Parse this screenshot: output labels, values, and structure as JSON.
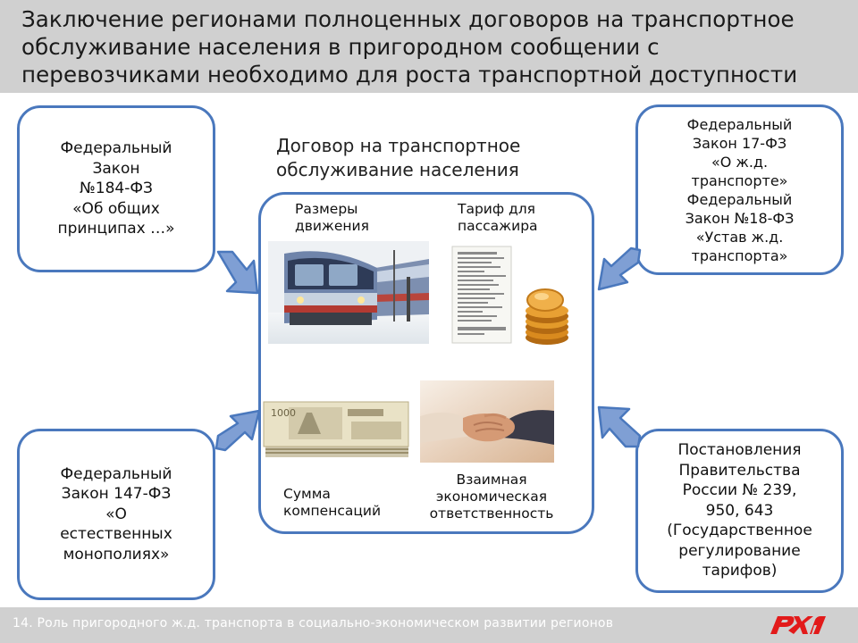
{
  "header": {
    "title": "Заключение регионами полноценных договоров на транспортное обслуживание населения в пригородном сообщении с перевозчиками необходимо для роста транспортной доступности"
  },
  "boxes": {
    "top_left": [
      "Федеральный",
      "Закон",
      "№184-ФЗ",
      "«Об общих",
      "принципах …»"
    ],
    "top_right": [
      "Федеральный",
      "Закон 17-ФЗ",
      "«О ж.д.",
      "транспорте»",
      "Федеральный",
      "Закон №18-ФЗ",
      "«Устав ж.д.",
      "транспорта»"
    ],
    "bottom_left": [
      "Федеральный",
      "Закон 147-ФЗ",
      "«О",
      "естественных",
      "монополиях»"
    ],
    "bottom_right": [
      "Постановления",
      "Правительства",
      "России № 239,",
      "950, 643",
      "(Государственное",
      "регулирование",
      "тарифов)"
    ]
  },
  "center": {
    "title_line1": "Договор на транспортное",
    "title_line2": "обслуживание населения",
    "label_traffic_1": "Размеры",
    "label_traffic_2": "движения",
    "label_tariff_1": "Тариф для",
    "label_tariff_2": "пассажира",
    "label_compensation_1": "Сумма",
    "label_compensation_2": "компенсаций",
    "label_responsibility_1": "Взаимная",
    "label_responsibility_2": "экономическая",
    "label_responsibility_3": "ответственность",
    "banknote_value": "1000"
  },
  "footer": {
    "text": "14. Роль пригородного ж.д. транспорта в социально-экономическом развитии регионов"
  },
  "colors": {
    "accent_blue": "#4a78bd",
    "arrow_fill": "#7f9fd4",
    "header_bg": "#d0d0d0",
    "logo_red": "#e21a1a"
  }
}
